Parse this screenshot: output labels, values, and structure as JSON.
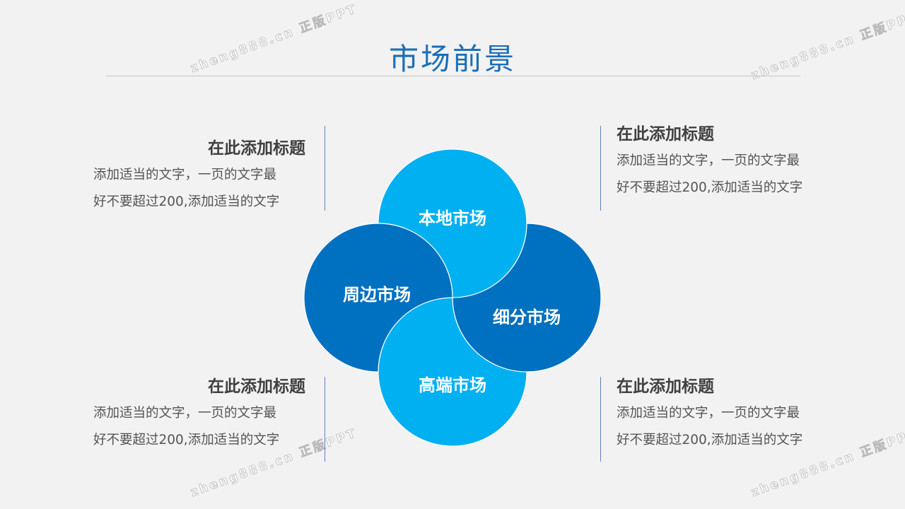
{
  "title": "市场前景",
  "watermark": "zheng888.cn 正版PPT",
  "colors": {
    "light_blue": "#00b0f0",
    "dark_blue": "#0070c0",
    "title": "#1a6fb8"
  },
  "diagram": {
    "top": "本地市场",
    "left": "周边市场",
    "right": "细分市场",
    "bottom": "高端市场"
  },
  "blocks": [
    {
      "heading": "在此添加标题",
      "line1": "添加适当的文字，一页的文字最",
      "line2": "好不要超过200,添加适当的文字"
    },
    {
      "heading": "在此添加标题",
      "line1": "添加适当的文字，一页的文字最",
      "line2": "好不要超过200,添加适当的文字"
    },
    {
      "heading": "在此添加标题",
      "line1": "添加适当的文字，一页的文字最",
      "line2": "好不要超过200,添加适当的文字"
    },
    {
      "heading": "在此添加标题",
      "line1": "添加适当的文字，一页的文字最",
      "line2": "好不要超过200,添加适当的文字"
    }
  ]
}
